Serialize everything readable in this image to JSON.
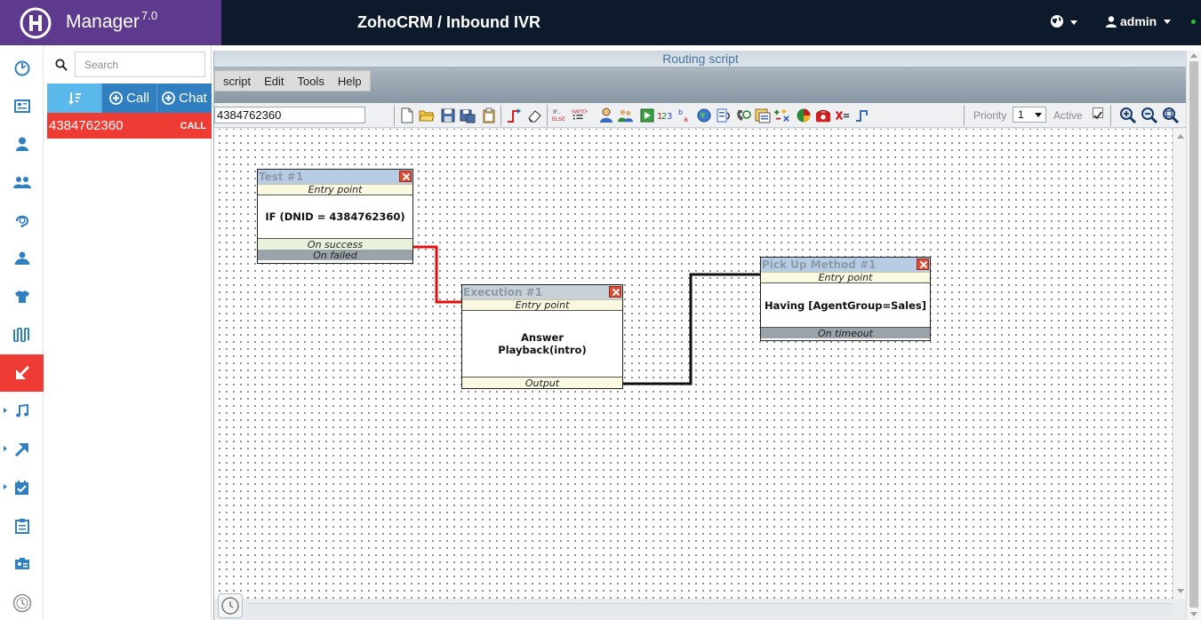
{
  "app": {
    "name": "Manager",
    "version": "7.0"
  },
  "header": {
    "title": "ZohoCRM / Inbound IVR",
    "user": "admin",
    "status_color": "#29c329"
  },
  "rail": {
    "items": [
      {
        "name": "dashboard-icon",
        "active": false
      },
      {
        "name": "reports-icon",
        "active": false
      },
      {
        "name": "user-icon",
        "active": false
      },
      {
        "name": "users-group-icon",
        "active": false
      },
      {
        "name": "support-icon",
        "active": false
      },
      {
        "name": "agent-icon",
        "active": false
      },
      {
        "name": "shirt-icon",
        "active": false
      },
      {
        "name": "wave-icon",
        "active": false
      },
      {
        "name": "inbound-icon",
        "active": true
      },
      {
        "name": "music-icon",
        "active": false
      },
      {
        "name": "outbound-icon",
        "active": false
      },
      {
        "name": "tasks-icon",
        "active": false
      },
      {
        "name": "clipboard-icon",
        "active": false
      },
      {
        "name": "id-card-icon",
        "active": false
      }
    ],
    "accent_color": "#ee3b34"
  },
  "panel": {
    "search_placeholder": "Search",
    "call_label": "Call",
    "chat_label": "Chat",
    "contacts": [
      {
        "number": "4384762360",
        "action": "CALL"
      }
    ]
  },
  "routing": {
    "window_title": "Routing script",
    "menu": [
      "script",
      "Edit",
      "Tools",
      "Help"
    ],
    "number_field": "4384762360",
    "priority_label": "Priority",
    "priority_value": "1",
    "active_label": "Active",
    "active_checked": true
  },
  "nodes": [
    {
      "id": "test",
      "title": "Test #1",
      "entry": "Entry point",
      "body": [
        "IF (DNID = 4384762360)"
      ],
      "outputs": [
        "On success",
        "On failed"
      ]
    },
    {
      "id": "exec",
      "title": "Execution #1",
      "entry": "Entry point",
      "body": [
        "Answer",
        "Playback(intro)"
      ],
      "outputs": [
        "Output"
      ]
    },
    {
      "id": "pickup",
      "title": "Pick Up Method #1",
      "entry": "Entry point",
      "body": [
        "Having [AgentGroup=Sales]"
      ],
      "outputs": [
        "On timeout"
      ]
    }
  ]
}
